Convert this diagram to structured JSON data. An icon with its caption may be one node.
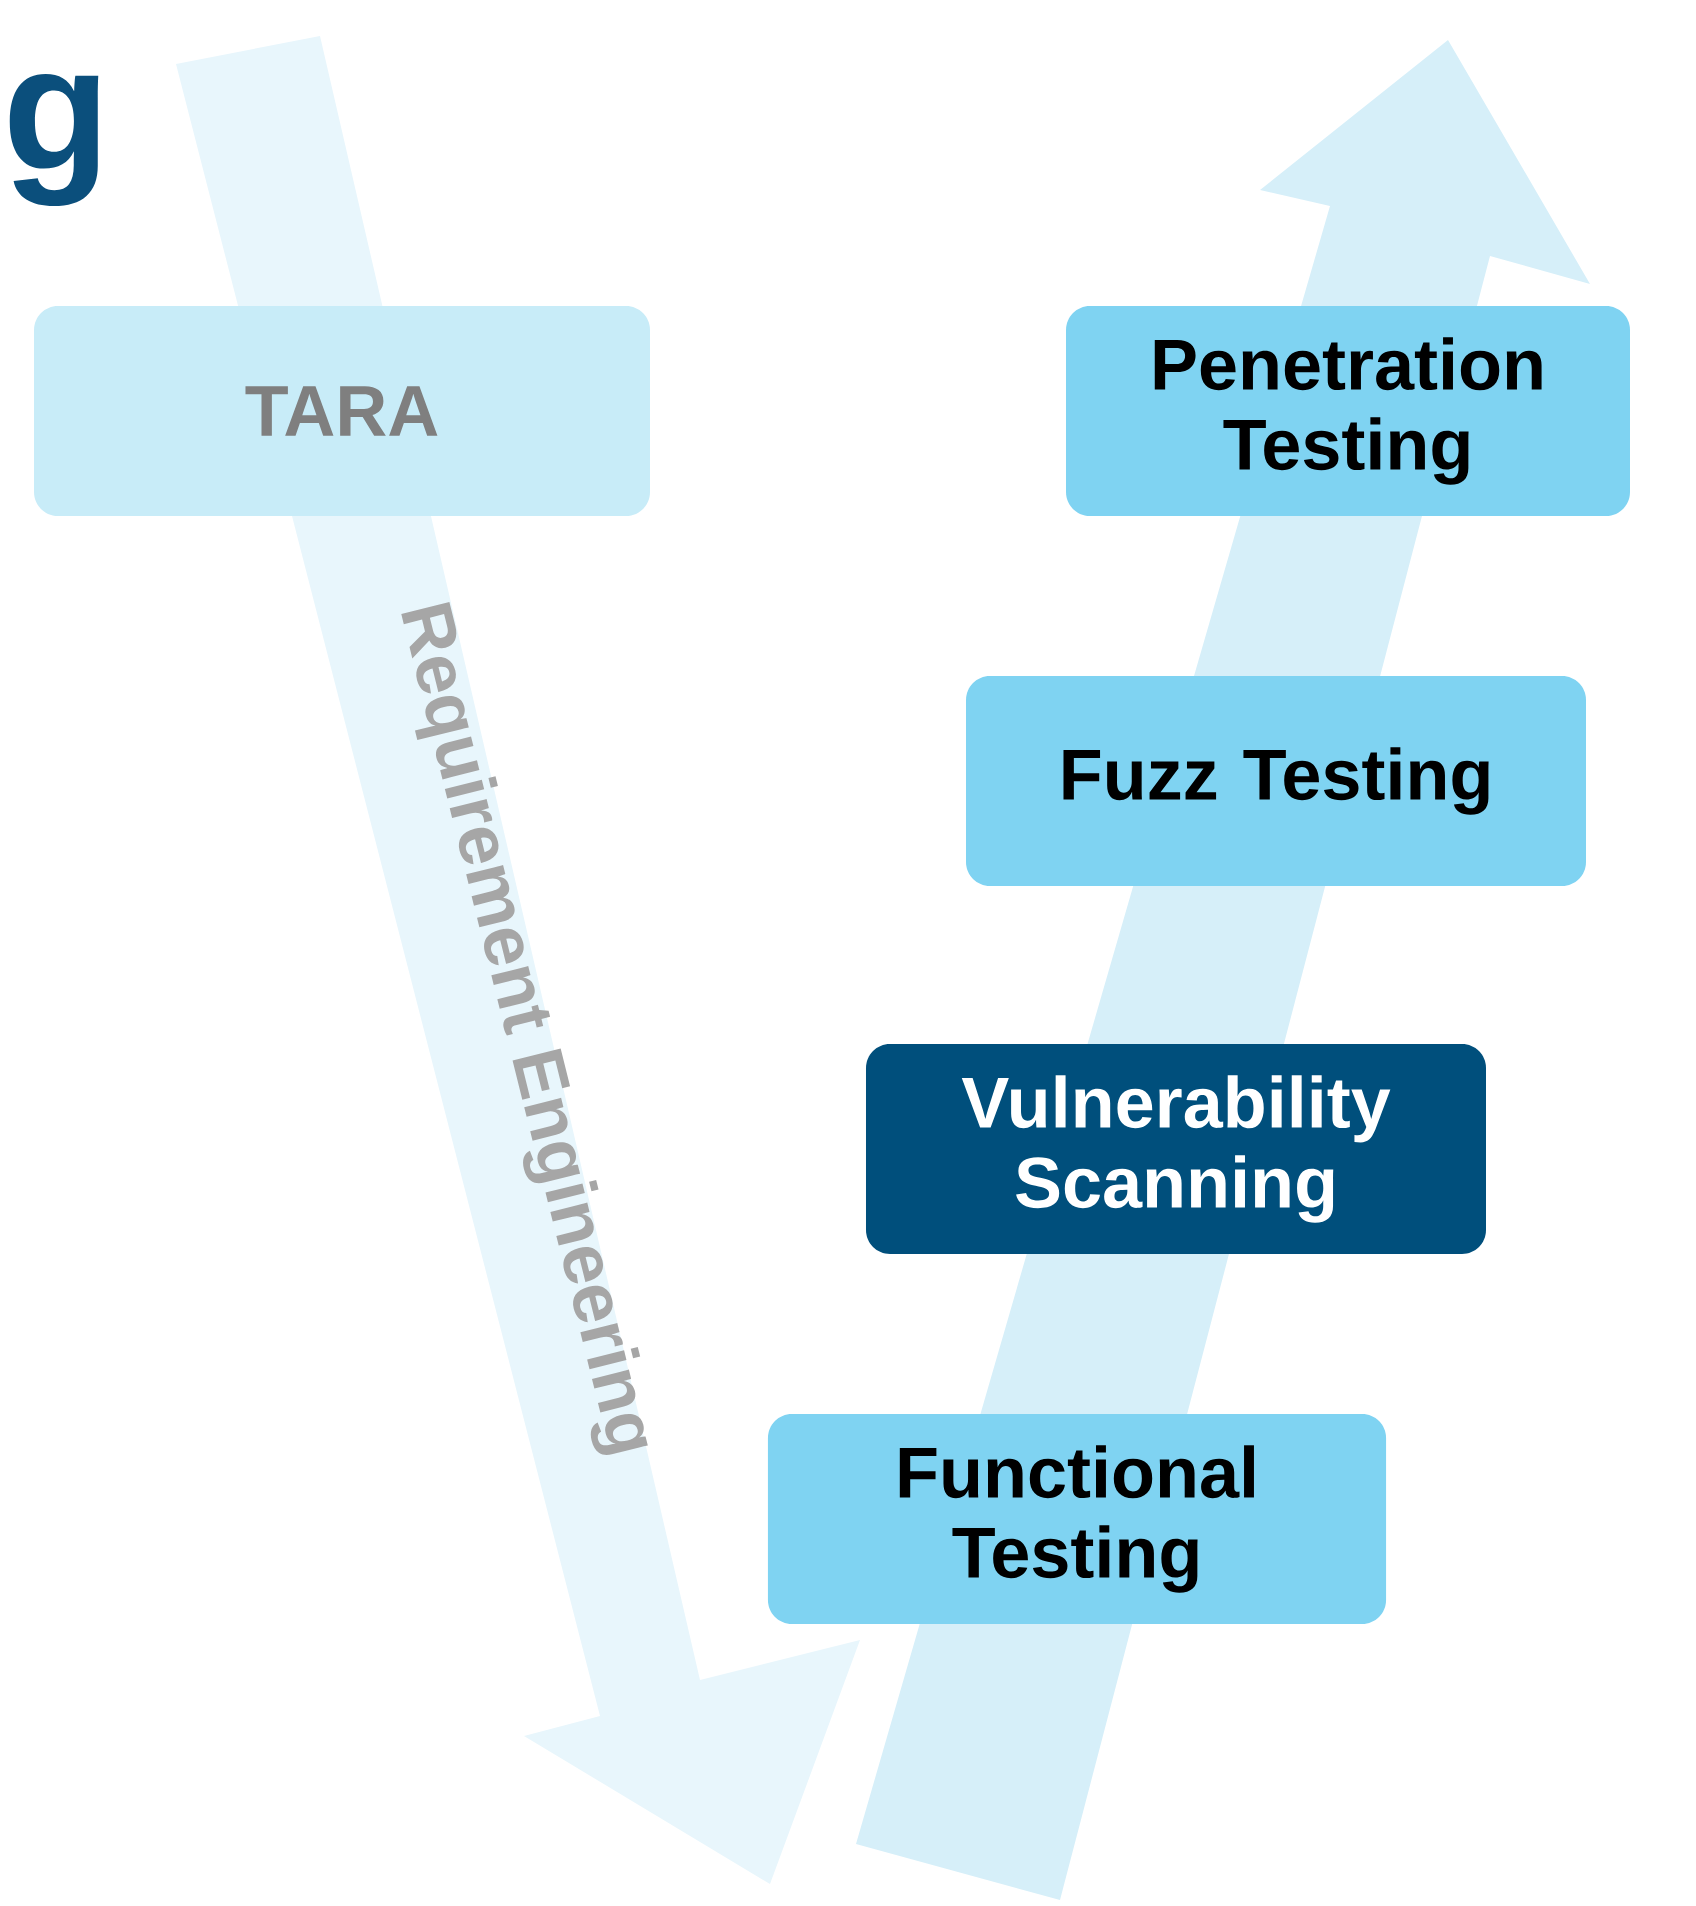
{
  "diagram": {
    "nodes": [
      {
        "text": [
          "TARA"
        ]
      },
      {
        "text": [
          "Penetration Testing"
        ]
      },
      {
        "text": [
          "Fuzz Testing"
        ]
      },
      {
        "text": [
          "Vulnerability Scanning"
        ]
      },
      {
        "text": [
          "Functional Testing"
        ]
      }
    ],
    "labels": [
      "g",
      "Requirement Engineering"
    ]
  }
}
